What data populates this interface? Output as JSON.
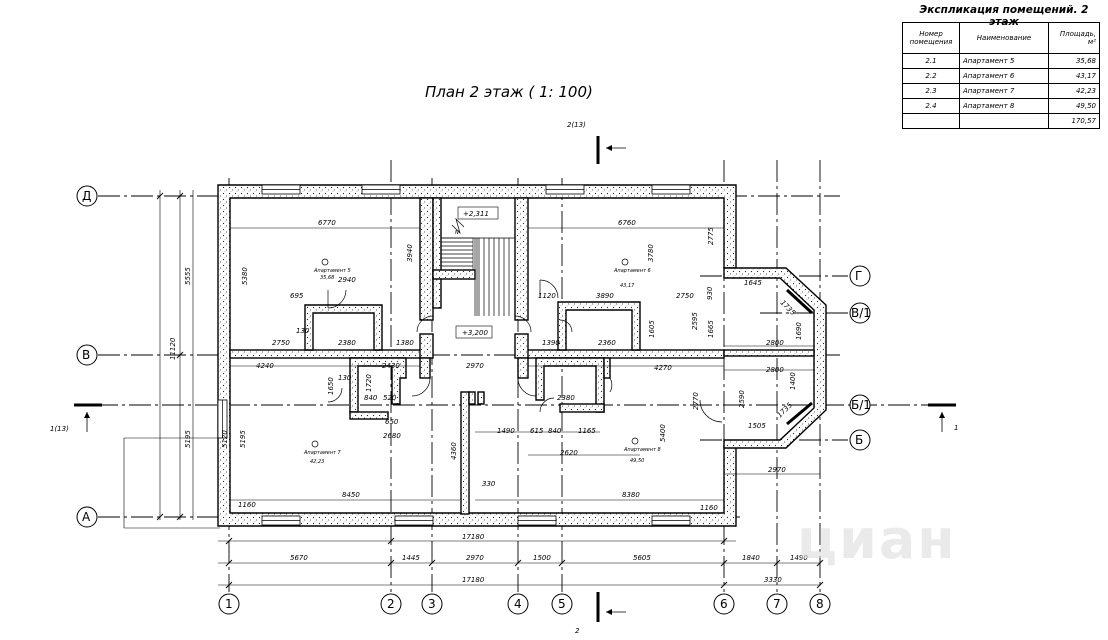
{
  "plan_title": "План 2 этаж ( 1: 100)",
  "explication": {
    "title": "Экспликация помещений. 2 этаж",
    "headers": [
      "Номер помещения",
      "Наименование",
      "Площадь, м²"
    ],
    "rows": [
      [
        "2.1",
        "Апартамент 5",
        "35,68"
      ],
      [
        "2.2",
        "Апартамент 6",
        "43,17"
      ],
      [
        "2.3",
        "Апартамент 7",
        "42,23"
      ],
      [
        "2.4",
        "Апартамент 8",
        "49,50"
      ],
      [
        "",
        "",
        "170,57"
      ]
    ]
  },
  "axes_vertical": [
    "1",
    "2",
    "3",
    "4",
    "5",
    "6",
    "7",
    "8"
  ],
  "axes_horizontal": [
    "Д",
    "Г",
    "В/1",
    "В",
    "Б/1",
    "Б",
    "А"
  ],
  "section_marks": {
    "top": "2(13)",
    "bottom": "2",
    "left": "1(13)",
    "right": "1"
  },
  "levels": [
    "+2,311",
    "+3,200"
  ],
  "dims_bottom_1": [
    "5670",
    "1445",
    "2970",
    "1500",
    "5605",
    "1840",
    "1490"
  ],
  "dims_bottom_2": [
    "17180",
    "3330"
  ],
  "dims_bottom_inner": "17180",
  "dims_left": [
    "5555",
    "11120",
    "5195",
    "5380",
    "5120"
  ],
  "dims_room": {
    "top_left_w": "6770",
    "top_right_w": "6760",
    "bottom_left_w": "8450",
    "bottom_right_w": "8380",
    "d2750": "2750",
    "d2380": "2380",
    "d1380": "1380",
    "d2940": "2940",
    "d3940": "3940",
    "d3780": "3780",
    "d2775": "2775",
    "d3890": "3890",
    "d1120": "1120",
    "d2360": "2360",
    "d1390": "1390",
    "d2750b": "2750",
    "d2800": "2800",
    "d2800b": "2800",
    "d4240": "4240",
    "d2430": "2430",
    "d2970": "2970",
    "d4270": "4270",
    "d840": "840",
    "d520": "520",
    "d650": "650",
    "d2680": "2680",
    "d2380b": "2380",
    "d1490": "1490",
    "d615": "615",
    "d840b": "840",
    "d1165": "1165",
    "d2620": "2620",
    "d1160": "1160",
    "d1160b": "1160",
    "d330": "330",
    "d4360": "4360",
    "d5400": "5400",
    "d2970b": "2970",
    "d1505": "1505",
    "d1645": "1645",
    "d695": "695",
    "d130": "130",
    "d130b": "130",
    "d1720": "1720",
    "d1650": "1650",
    "d2590": "2590",
    "d2770": "2770",
    "d1735": "1735",
    "d1735b": "1735",
    "d930": "930",
    "d2595": "2595",
    "d1665": "1665",
    "d1605": "1605",
    "d1400": "1400",
    "d1690": "1690"
  },
  "rooms": [
    {
      "name": "Апартамент 5",
      "area": "35,68"
    },
    {
      "name": "Апартамент 6",
      "area": "43,17"
    },
    {
      "name": "Апартамент 7",
      "area": "42,23"
    },
    {
      "name": "Апартамент 8",
      "area": "49,50"
    }
  ],
  "stair_mark": "N",
  "watermark": "циан"
}
